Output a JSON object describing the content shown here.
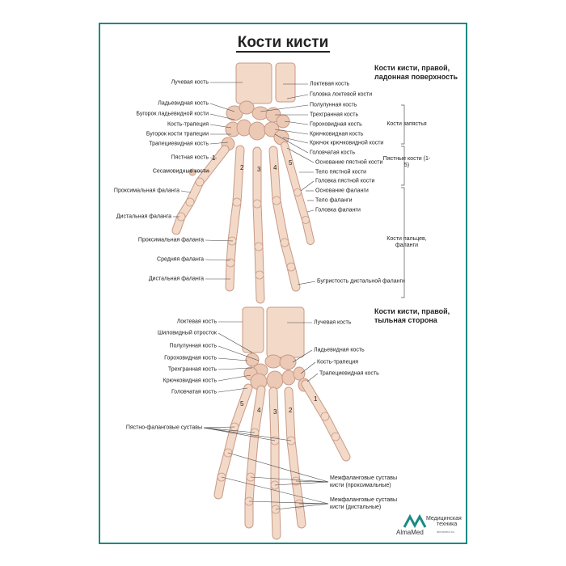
{
  "title": "Кости кисти",
  "palmar": {
    "heading": [
      "Кости кисти, правой,",
      "ладонная поверхность"
    ],
    "left_labels": [
      "Лучевая кость",
      "Ладьевидная кость",
      "Бугорок ладьевидной кости",
      "Кость-трапеция",
      "Бугорок кости трапеции",
      "Трапециевидная кость",
      "Пястная кость",
      "Сесамовидные кости",
      "Проксимальная фаланга",
      "Дистальная фаланга",
      "Проксимальная фаланга",
      "Средняя фаланга",
      "Дистальная фаланга"
    ],
    "right_labels": [
      "Локтевая кость",
      "Головка локтевой кости",
      "Полулунная кость",
      "Трехгранная кость",
      "Гороховидная кость",
      "Крючковидная кость",
      "Крючок крючковидной кости",
      "Головчатая кость",
      "Основание пястной кости",
      "Тело пястной кости",
      "Головка пястной кости",
      "Основание фаланги",
      "Тело фаланги",
      "Головка фаланги",
      "Бугристость дистальной фаланги"
    ],
    "groups": [
      "Кости запястья",
      "Пястные кости (1-5)",
      "Кости пальцев, фаланги"
    ],
    "numbers": [
      "1",
      "2",
      "3",
      "4",
      "5"
    ]
  },
  "dorsal": {
    "heading": [
      "Кости кисти, правой,",
      "тыльная сторона"
    ],
    "left_labels": [
      "Локтевая кость",
      "Шиловидный отросток",
      "Полулунная кость",
      "Гороховидная кость",
      "Трехгранная кость",
      "Крючковидная кость",
      "Головчатая кость",
      "Пястно-фаланговые суставы"
    ],
    "right_labels": [
      "Лучевая кость",
      "Ладьевидная кость",
      "Кость-трапеция",
      "Трапециевидная кость",
      "Межфаланговые суставы кисти (проксимальные)",
      "Межфаланговые суставы кисти (дистальные)"
    ],
    "numbers": [
      "5",
      "4",
      "3",
      "2",
      "1"
    ]
  },
  "logo": {
    "brand": "AlmaMed",
    "line1": "Медицинская",
    "line2": "техника",
    "site": "almamed.su"
  },
  "colors": {
    "frame": "#1a8a84",
    "bone": "#f3d9c8",
    "bone_outline": "#c79a86"
  }
}
